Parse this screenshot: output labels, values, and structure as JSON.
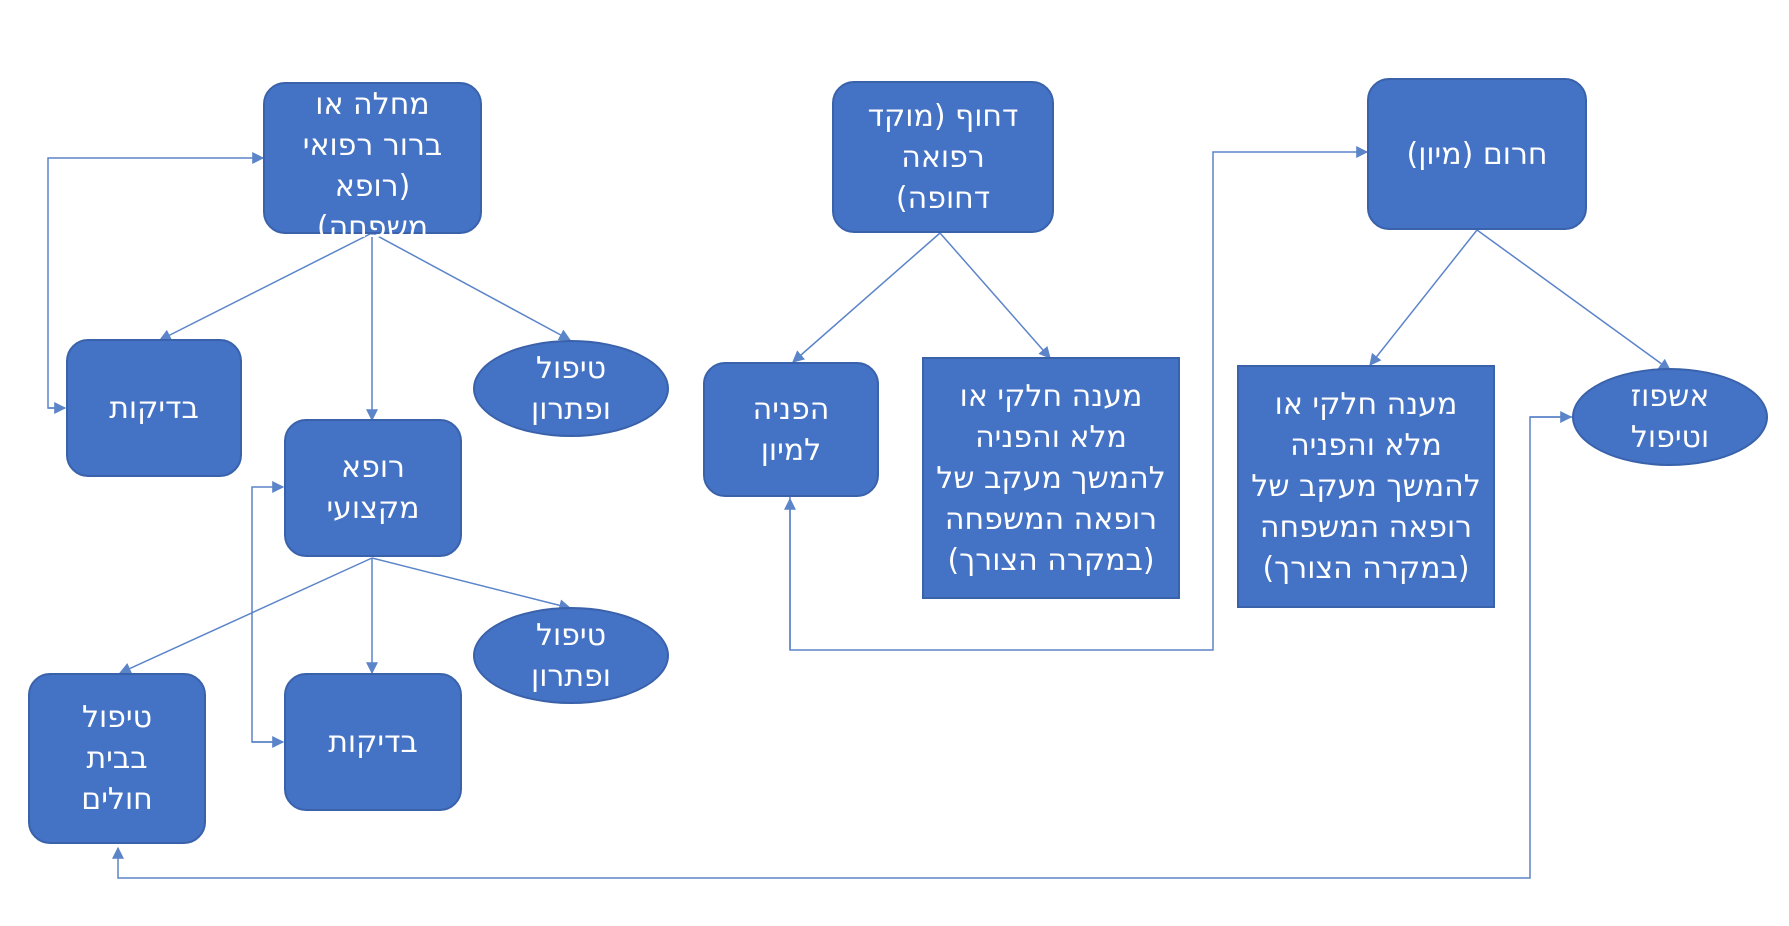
{
  "nodes": {
    "family_doctor": "מחלה או\nברור רפואי\n(רופא\nמשפחה)",
    "tests_1": "בדיקות",
    "treatment_1": "טיפול\nופתרון",
    "specialist": "רופא\nמקצועי",
    "treatment_2": "טיפול\nופתרון",
    "hospital_treatment": "טיפול\nבבית\nחולים",
    "tests_2": "בדיקות",
    "urgent": "דחוף (מוקד\nרפואה\nדחופה)",
    "referral_triage": "הפניה\nלמיון",
    "partial_answer_1": "מענה חלקי או\nמלא והפניה\nלהמשך מעקב של\nרופאה המשפחה\n(במקרה הצורך)",
    "emergency": "חרום (מיון)",
    "partial_answer_2": "מענה חלקי או\nמלא והפניה\nלהמשך מעקב של\nרופאה המשפחה\n(במקרה הצורך)",
    "hospitalization": "אשפוז\nוטיפול"
  },
  "colors": {
    "node_fill": "#4472c4",
    "node_border": "#3a62ab",
    "node_text": "#ffffff",
    "connector": "#5b84c9",
    "background": "#ffffff"
  }
}
